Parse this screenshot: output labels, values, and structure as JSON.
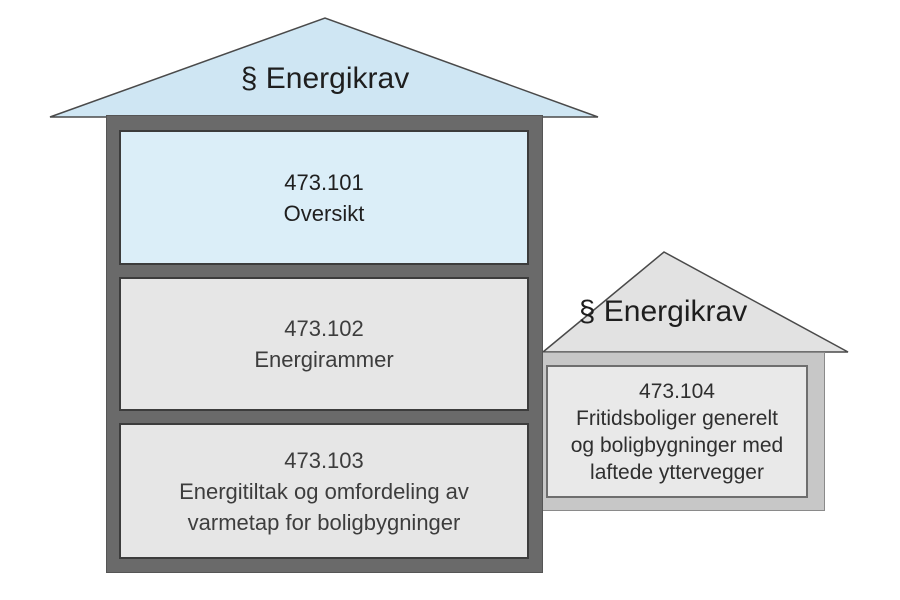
{
  "main_building": {
    "roof_title": "§ Energikrav",
    "roof_color": "#cfe6f3",
    "sections": [
      {
        "code": "473.101",
        "title_lines": [
          "Oversikt"
        ],
        "color": "#dbeef8"
      },
      {
        "code": "473.102",
        "title_lines": [
          "Energirammer"
        ],
        "color": "#e6e6e6"
      },
      {
        "code": "473.103",
        "title_lines": [
          "Energitiltak og omfordeling av",
          "varmetap for boligbygninger"
        ],
        "color": "#e6e6e6"
      }
    ]
  },
  "annex_building": {
    "roof_title": "§ Energikrav",
    "roof_color": "#e2e2e2",
    "section": {
      "code": "473.104",
      "title_lines": [
        "Fritidsboliger generelt",
        "og boligbygninger med",
        "laftede yttervegger"
      ],
      "color": "#e9e9e9"
    }
  }
}
